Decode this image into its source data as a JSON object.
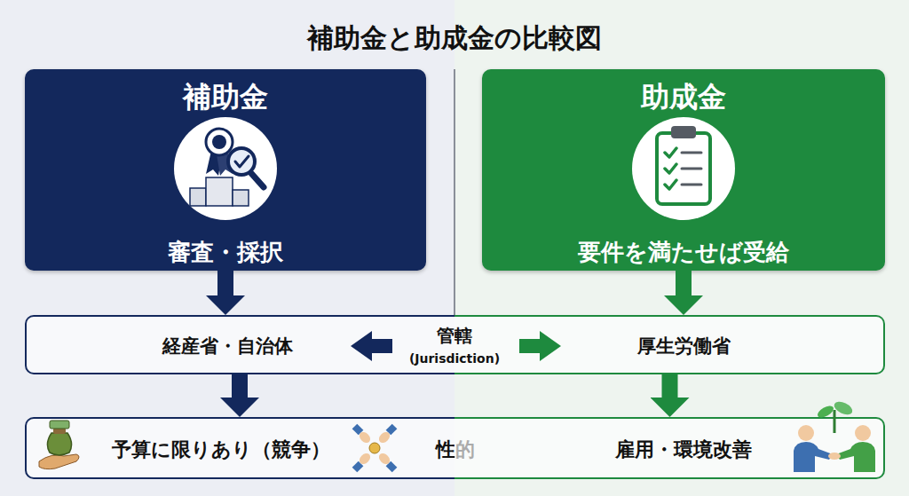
{
  "diagram": {
    "title": "補助金と助成金の比較図",
    "nodes": [
      {
        "text": [
          "補助金",
          "審査・採択"
        ]
      },
      {
        "text": [
          "助成金",
          "要件を満たせば受給"
        ]
      },
      {
        "text": [
          "経産省・自治体"
        ]
      },
      {
        "text": [
          "厚生労働省"
        ]
      },
      {
        "text": [
          "予算に限りあり（競争）",
          "性的"
        ]
      },
      {
        "text": [
          "雇用・環境改善"
        ]
      }
    ],
    "edges": [
      {
        "from": 0,
        "to": 2,
        "arrow": "to"
      },
      {
        "from": 1,
        "to": 3,
        "arrow": "to"
      },
      {
        "from": 2,
        "to": 4,
        "arrow": "to"
      },
      {
        "from": 3,
        "to": 5,
        "arrow": "to"
      }
    ],
    "labels": [
      "管轄",
      "(Jurisdiction)"
    ]
  }
}
